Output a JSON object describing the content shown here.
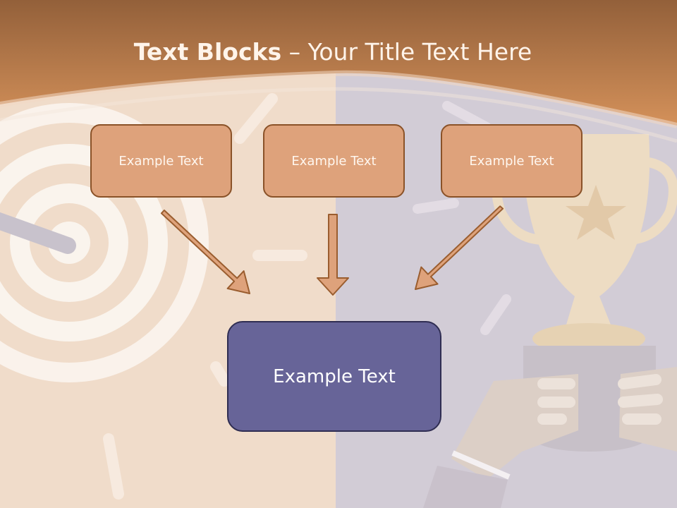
{
  "slide": {
    "title_bold": "Text Blocks",
    "title_dash": " – ",
    "title_rest": "Your Title Text Here"
  },
  "boxes": {
    "top": [
      "Example Text",
      "Example Text",
      "Example Text"
    ],
    "bottom": "Example Text"
  },
  "colors": {
    "header_top": "#93603a",
    "header_bottom": "#d4915a",
    "left_panel": "#f0dcca",
    "right_panel": "#d2ccd6",
    "top_box_fill": "#dea27b",
    "top_box_border": "#8a5228",
    "bottom_box_fill": "#676498",
    "bottom_box_border": "#2f2d52",
    "arrow_fill": "#dea27b",
    "arrow_stroke": "#9a5d2f"
  },
  "decor": {
    "left_illustration": "target-icon",
    "right_illustration": "trophy-icon"
  }
}
